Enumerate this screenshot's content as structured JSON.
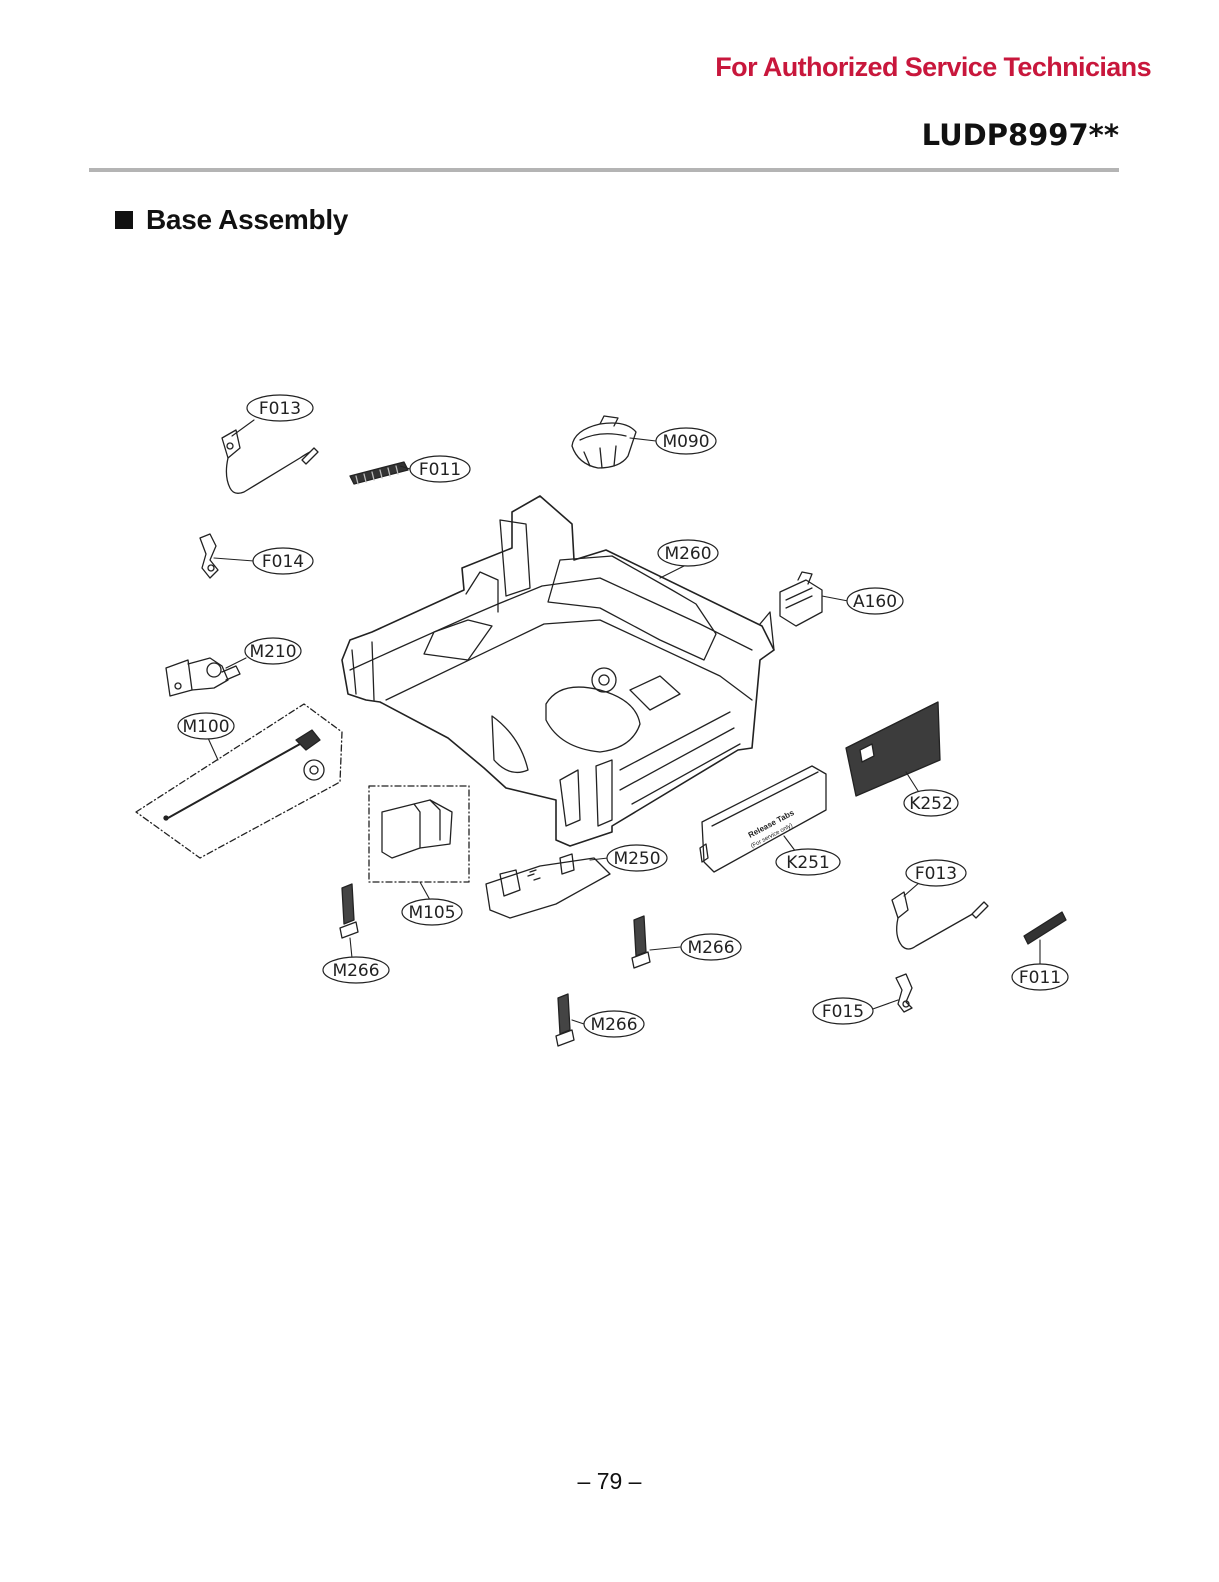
{
  "header": {
    "authorized_text": "For Authorized Service Technicians",
    "model": "LUDP8997**"
  },
  "section": {
    "title": "Base Assembly"
  },
  "diagram": {
    "callouts": [
      "F013",
      "M090",
      "F011",
      "F014",
      "M260",
      "A160",
      "M210",
      "M100",
      "K252",
      "M250",
      "K251",
      "F013",
      "M105",
      "M266",
      "M266",
      "F011",
      "M266",
      "F015"
    ],
    "release_tabs_label": "Release Tabs",
    "release_tabs_sublabel": "(For service only)"
  },
  "footer": {
    "page_number": "– 79 –"
  },
  "colors": {
    "authorized_text": "#c8173c",
    "rule": "#b4b4b4"
  }
}
